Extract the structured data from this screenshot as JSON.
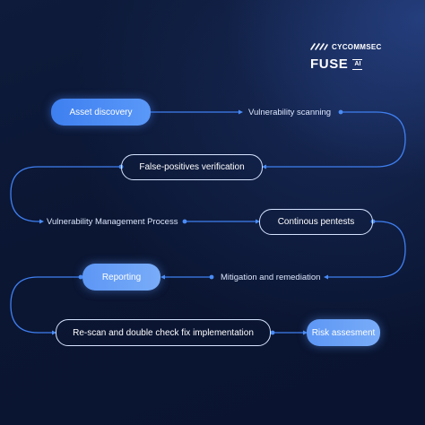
{
  "brand": {
    "company": "CYCOMMSEC",
    "product": "FUSE",
    "product_tag": "AI"
  },
  "steps": {
    "asset_discovery": "Asset discovery",
    "vulnerability_scanning": "Vulnerability scanning",
    "false_positives": "False-positives verification",
    "vm_process": "Vulnerability Management Process",
    "continous_pentests": "Continous pentests",
    "reporting": "Reporting",
    "mitigation": "Mitigation and remediation",
    "rescan": "Re-scan and double check fix implementation",
    "risk_assesment": "Risk assesment"
  },
  "colors": {
    "background": "#0b1530",
    "accent_blue": "#4a8cf6",
    "flow_line": "#3f7ff0",
    "outline": "#d6e3ff"
  }
}
